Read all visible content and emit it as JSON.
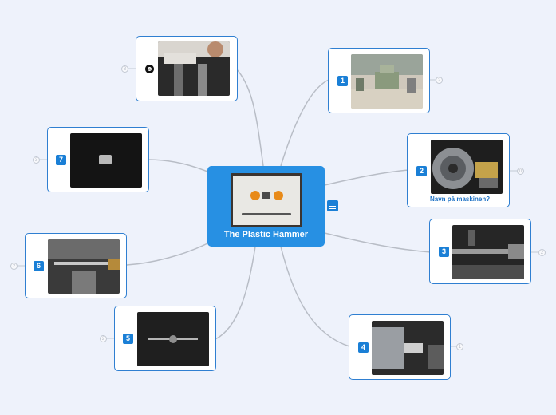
{
  "central_topic": {
    "title": "The Plastic Hammer"
  },
  "nodes": [
    {
      "id": "photo",
      "badge": "",
      "caption": "",
      "collapse": "3"
    },
    {
      "id": "1",
      "badge": "1",
      "caption": "",
      "collapse": "2"
    },
    {
      "id": "2",
      "badge": "2",
      "caption": "Navn på maskinen?",
      "collapse": "0"
    },
    {
      "id": "3",
      "badge": "3",
      "caption": "",
      "collapse": "2"
    },
    {
      "id": "4",
      "badge": "4",
      "caption": "",
      "collapse": "1"
    },
    {
      "id": "5",
      "badge": "5",
      "caption": "",
      "collapse": "2"
    },
    {
      "id": "6",
      "badge": "6",
      "caption": "",
      "collapse": "2"
    },
    {
      "id": "7",
      "badge": "7",
      "caption": "",
      "collapse": "3"
    }
  ],
  "colors": {
    "accent": "#2790e3",
    "border": "#2f7fd1",
    "connector": "#b8bdc6",
    "background": "#eef2fb"
  }
}
